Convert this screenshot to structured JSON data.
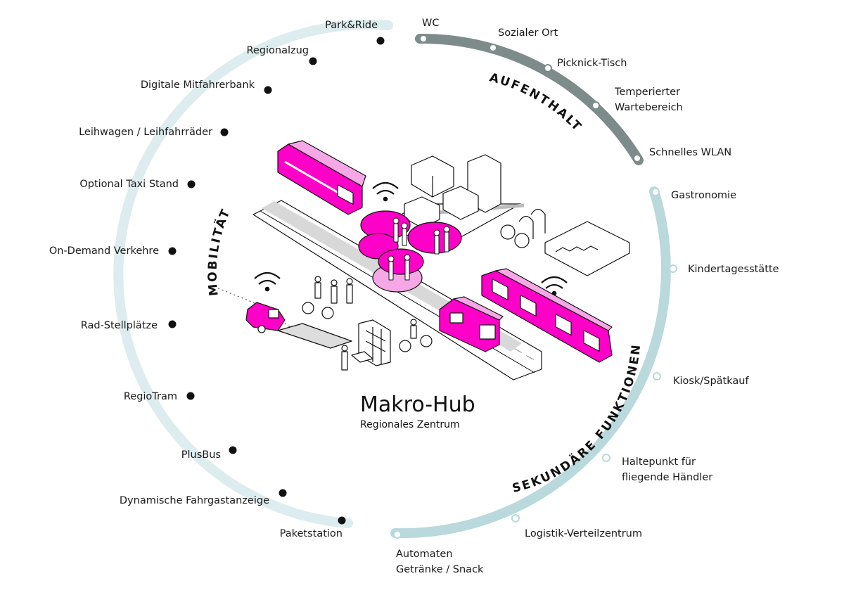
{
  "title": "Makro-Hub",
  "subtitle": "Regionales Zentrum",
  "colors": {
    "mobility_arc": "#dcecef",
    "stay_arc": "#7d8b8a",
    "secondary_arc": "#b9d9dc",
    "accent": "#ff00c8",
    "accent_light": "#f6a8e6"
  },
  "sections": {
    "mobilitaet": "MOBILITÄT",
    "aufenthalt": "AUFENTHALT",
    "sekundaer": "SEKUNDÄRE FUNKTIONEN"
  },
  "mobility_items": [
    "Park&Ride",
    "Regionalzug",
    "Digitale Mitfahrerbank",
    "Leihwagen / Leihfahrräder",
    "Optional Taxi Stand",
    "On-Demand Verkehre",
    "Rad-Stellplätze",
    "RegioTram",
    "PlusBus",
    "Dynamische Fahrgastanzeige",
    "Paketstation"
  ],
  "stay_items": [
    "WC",
    "Sozialer Ort",
    "Picknick-Tisch",
    "Temperierter",
    "Wartebereich",
    "Schnelles WLAN"
  ],
  "secondary_items": [
    "Gastronomie",
    "Kindertagesstätte",
    "Kiosk/Spätkauf",
    "Haltepunkt für",
    "fliegende Händler",
    "Logistik-Verteilzentrum",
    "Automaten",
    "Getränke / Snack"
  ]
}
